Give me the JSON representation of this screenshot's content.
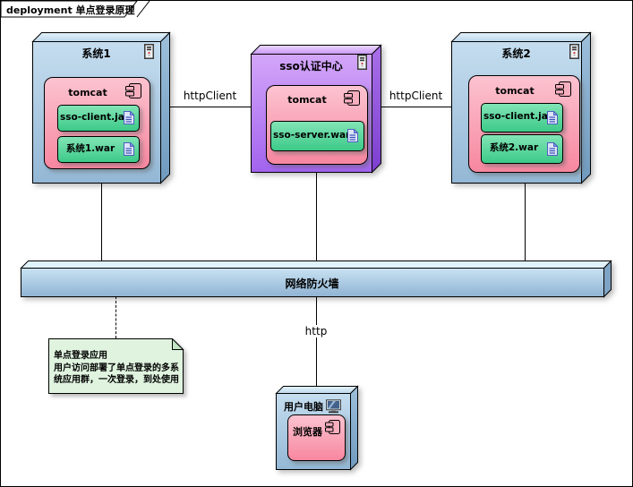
{
  "frame": {
    "title": "deployment 单点登录原理"
  },
  "nodes": {
    "system1": {
      "title": "系统1",
      "component": "tomcat",
      "artifacts": [
        "sso-client.jar",
        "系统1.war"
      ]
    },
    "sso_center": {
      "title": "sso认证中心",
      "component": "tomcat",
      "artifacts": [
        "sso-server.war"
      ]
    },
    "system2": {
      "title": "系统2",
      "component": "tomcat",
      "artifacts": [
        "sso-client.jar",
        "系统2.war"
      ]
    },
    "user_pc": {
      "title": "用户电脑",
      "component": "浏览器"
    },
    "firewall": {
      "title": "网络防火墙"
    }
  },
  "connections": {
    "left_httpclient": "httpClient",
    "right_httpclient": "httpClient",
    "http": "http"
  },
  "note": {
    "lines": [
      "单点登录应用",
      "用户访问部署了单点登录的多系",
      "统应用群，一次登录，到处使用"
    ]
  },
  "colors": {
    "node_blue": "#a9c7e0",
    "node_purple": "#b67df2",
    "component_pink": "#f89cb0",
    "artifact_green": "#4fd096",
    "firewall_blue": "#aecde5",
    "note_green": "#dff3df"
  }
}
